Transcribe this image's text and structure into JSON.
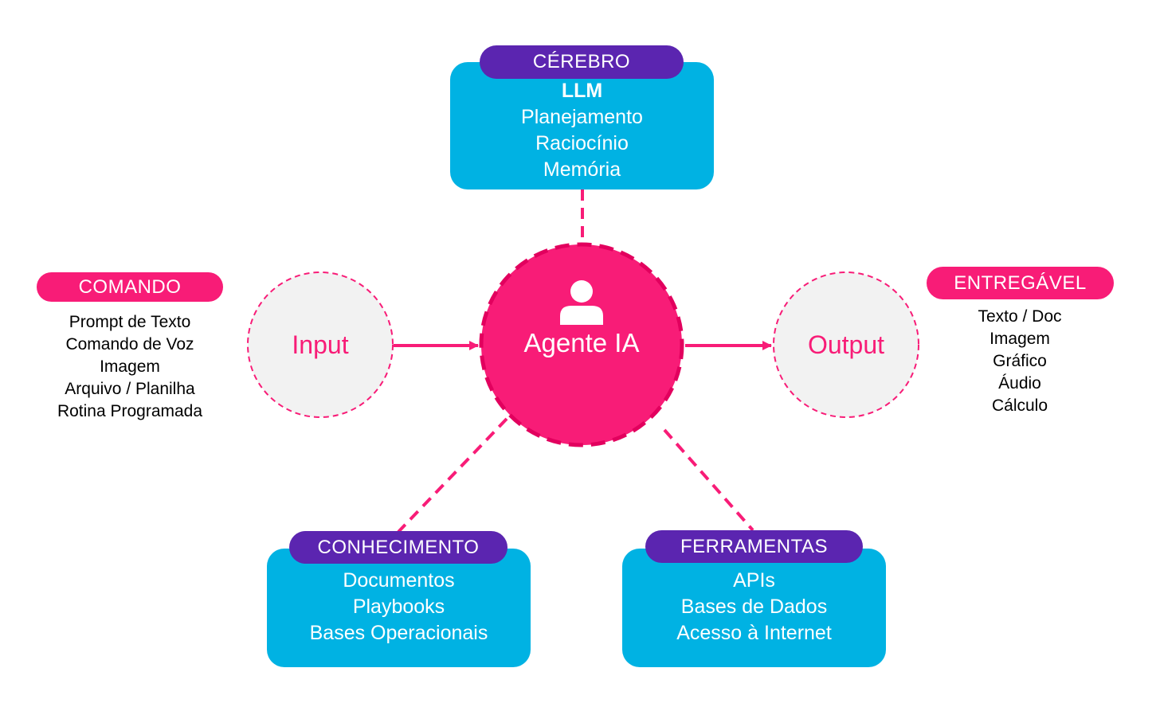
{
  "colors": {
    "pink": "#f81c77",
    "blue": "#00b2e3",
    "purple": "#5b25b0",
    "light_gray": "#f2f2f2"
  },
  "center": {
    "label": "Agente IA",
    "icon": "person-icon"
  },
  "input": {
    "label": "Input"
  },
  "output": {
    "label": "Output"
  },
  "comando": {
    "title": "COMANDO",
    "items": [
      "Prompt de Texto",
      "Comando de Voz",
      "Imagem",
      "Arquivo / Planilha",
      "Rotina Programada"
    ]
  },
  "entregavel": {
    "title": "ENTREGÁVEL",
    "items": [
      "Texto / Doc",
      "Imagem",
      "Gráfico",
      "Áudio",
      "Cálculo"
    ]
  },
  "cerebro": {
    "title": "CÉREBRO",
    "items": [
      "LLM",
      "Planejamento",
      "Raciocínio",
      "Memória"
    ]
  },
  "conhecimento": {
    "title": "CONHECIMENTO",
    "items": [
      "Documentos",
      "Playbooks",
      "Bases Operacionais"
    ]
  },
  "ferramentas": {
    "title": "FERRAMENTAS",
    "items": [
      "APIs",
      "Bases de Dados",
      "Acesso à Internet"
    ]
  }
}
